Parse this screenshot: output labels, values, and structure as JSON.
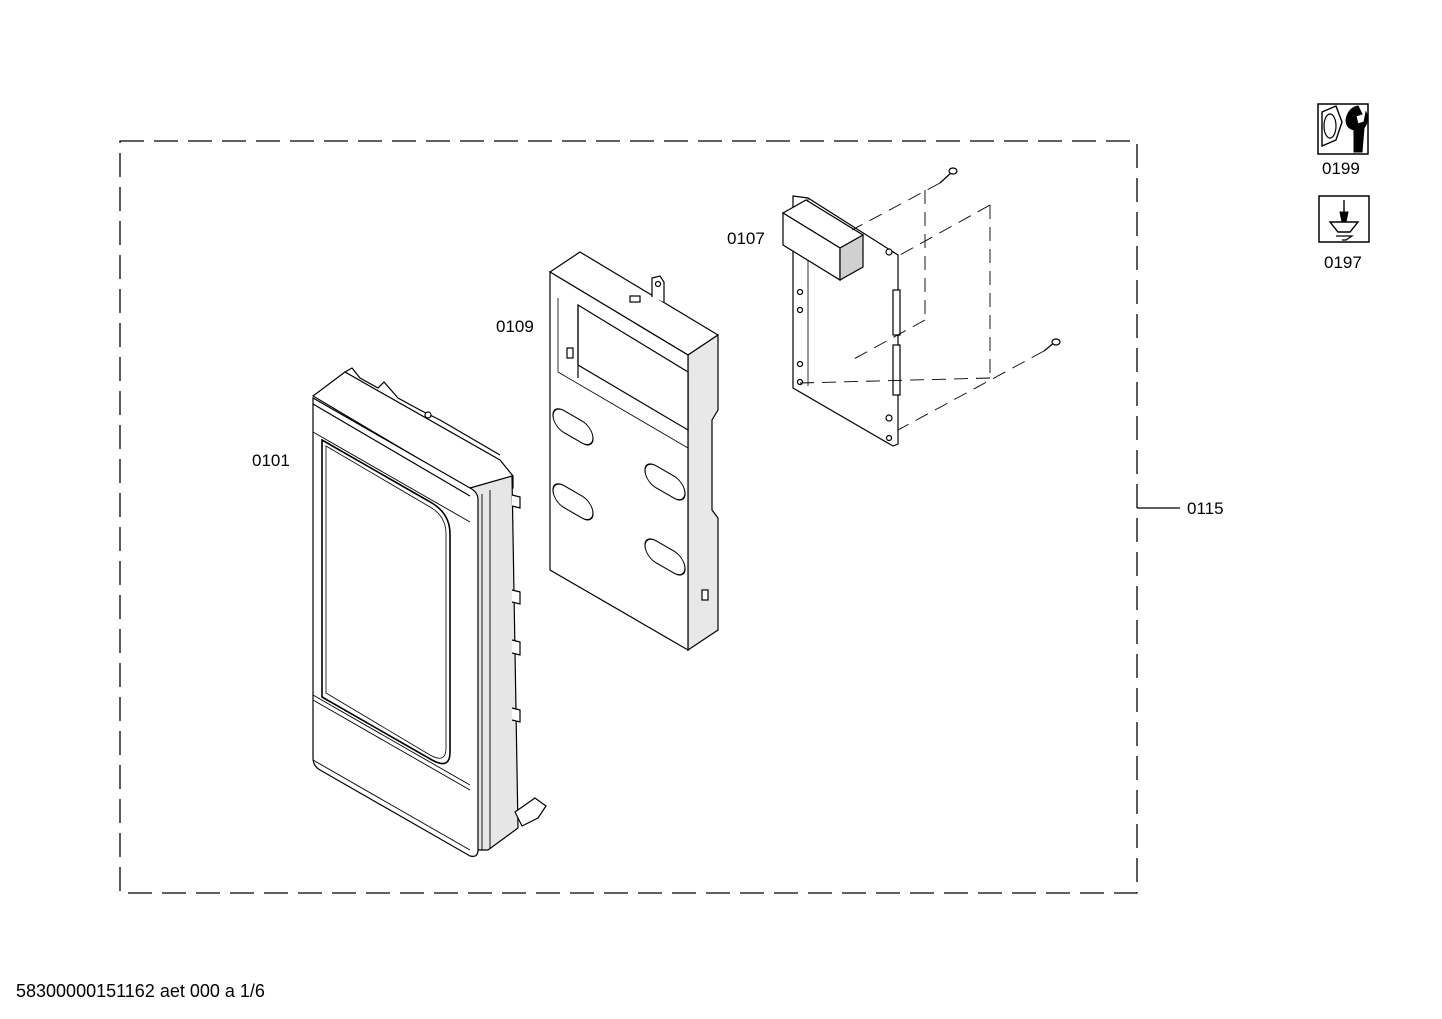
{
  "parts": {
    "p0101": "0101",
    "p0109": "0109",
    "p0107": "0107",
    "p0115": "0115"
  },
  "tools": {
    "wrench_label": "0199",
    "screwdriver_label": "0197"
  },
  "footer": {
    "doc_id": "58300000151162 aet 000 a 1/6"
  },
  "colors": {
    "line": "#000000",
    "panel_fill": "#ffffff",
    "shade": "#d9d9d9"
  },
  "icons": {
    "wrench": "nut-and-wrench-icon",
    "screwdriver": "screwdriver-screw-icon"
  }
}
